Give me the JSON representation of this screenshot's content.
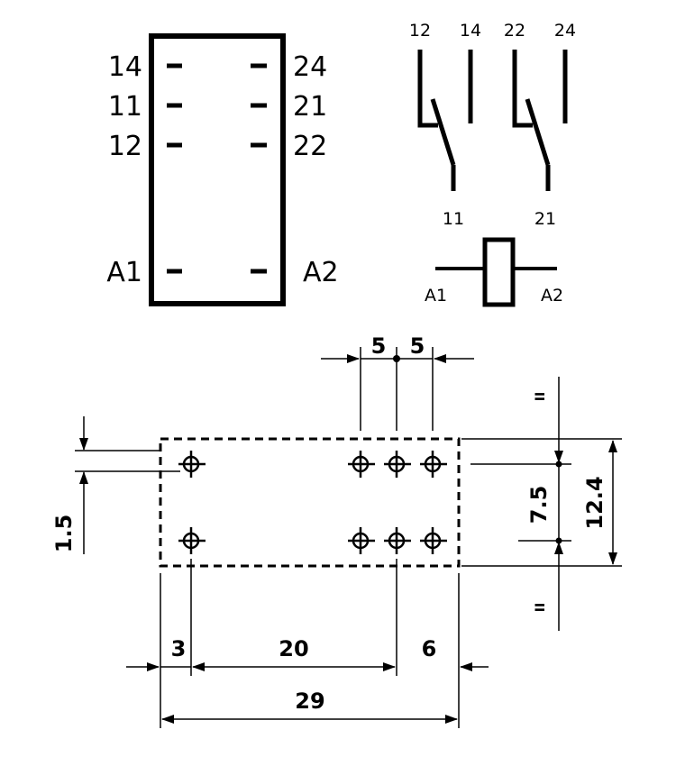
{
  "pinout": {
    "left": [
      "14",
      "11",
      "12",
      "A1"
    ],
    "right": [
      "24",
      "21",
      "22",
      "A2"
    ]
  },
  "schematic": {
    "top_terminals": [
      "12",
      "14",
      "22",
      "24"
    ],
    "commons": [
      "11",
      "21"
    ],
    "coil": [
      "A1",
      "A2"
    ]
  },
  "pcb": {
    "dims": {
      "pitch_left": "5",
      "pitch_right": "5",
      "offset_top": "1.5",
      "row_spacing": "7.5",
      "body_height": "12.4",
      "edge_left": "3",
      "span": "20",
      "edge_right": "6",
      "body_length": "29"
    },
    "mark": "II"
  }
}
